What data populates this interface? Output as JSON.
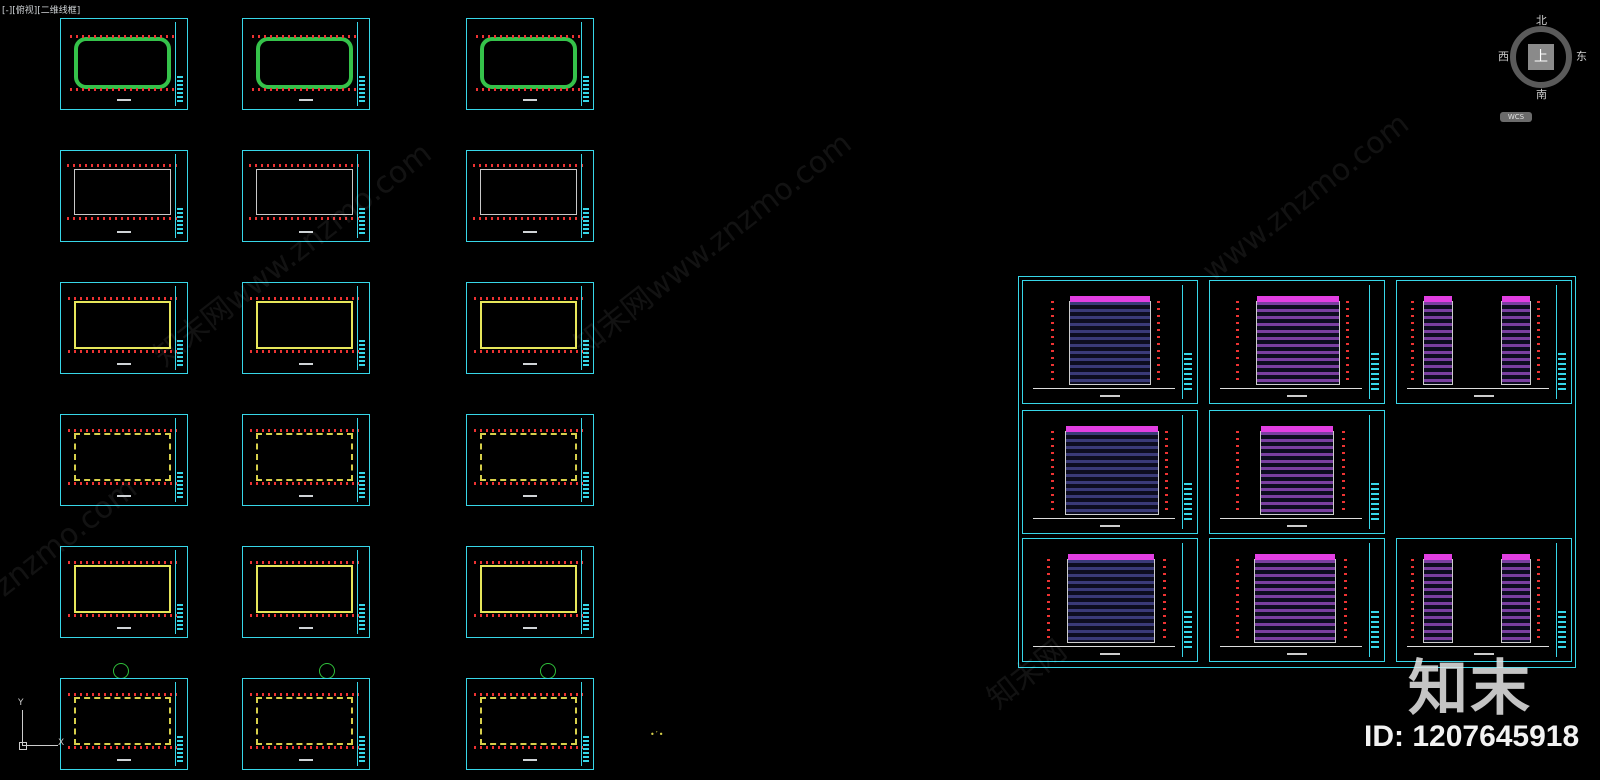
{
  "viewport": {
    "label": "[-][俯视][二维线框]"
  },
  "navigation": {
    "viewcube": {
      "north": "北",
      "south": "南",
      "east": "东",
      "west": "西",
      "top_face": "上"
    },
    "wcs_label": "WCS"
  },
  "ucs": {
    "x_label": "X",
    "y_label": "Y"
  },
  "watermarks": [
    "知末网www.znzmo.com",
    "知末网www.znzmo.com",
    "znzmo.com",
    "www.znzmo.com",
    "知末网"
  ],
  "brand": {
    "logo_text": "知末",
    "id_text": "ID: 1207645918"
  },
  "colors": {
    "sheet_border": "#37d6e8",
    "background": "#000000",
    "green": "#35c24a",
    "magenta": "#e23fe2",
    "red_dims": "#e33333"
  }
}
